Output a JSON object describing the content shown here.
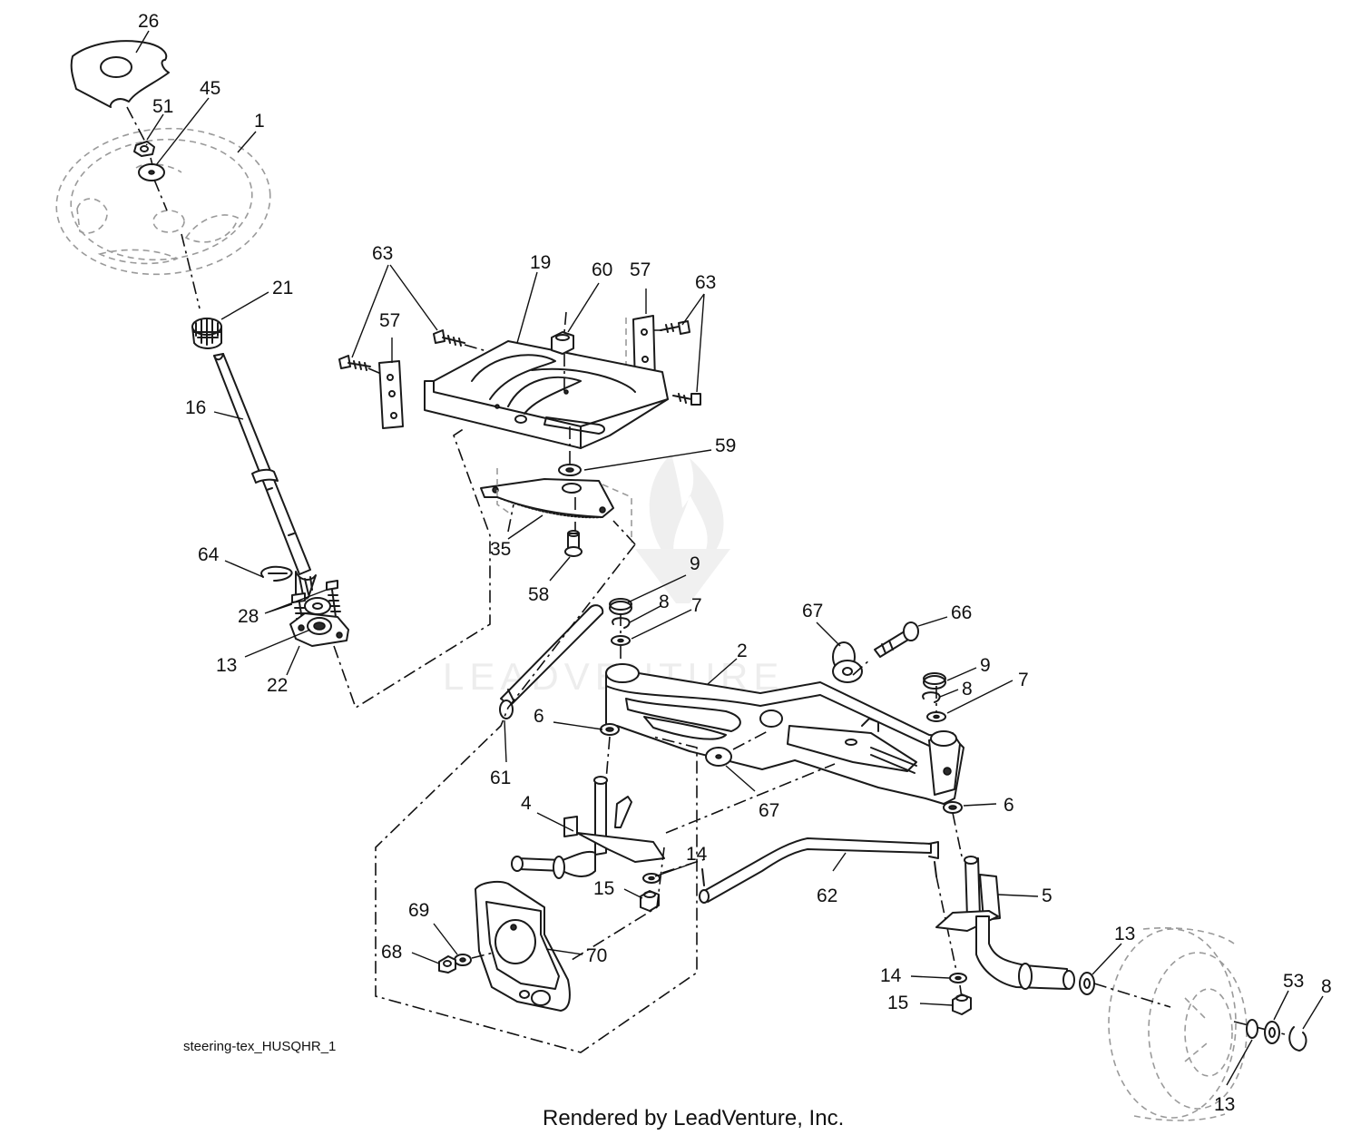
{
  "diagram": {
    "caption": "steering-tex_HUSQHR_1",
    "watermark": "LEADVENTURE",
    "footer": "Rendered by LeadVenture, Inc.",
    "callouts": [
      {
        "label": "26"
      },
      {
        "label": "51"
      },
      {
        "label": "45"
      },
      {
        "label": "1"
      },
      {
        "label": "21"
      },
      {
        "label": "16"
      },
      {
        "label": "64"
      },
      {
        "label": "28"
      },
      {
        "label": "13"
      },
      {
        "label": "22"
      },
      {
        "label": "63"
      },
      {
        "label": "57"
      },
      {
        "label": "19"
      },
      {
        "label": "60"
      },
      {
        "label": "57"
      },
      {
        "label": "63"
      },
      {
        "label": "59"
      },
      {
        "label": "35"
      },
      {
        "label": "58"
      },
      {
        "label": "9"
      },
      {
        "label": "8"
      },
      {
        "label": "7"
      },
      {
        "label": "67"
      },
      {
        "label": "66"
      },
      {
        "label": "2"
      },
      {
        "label": "9"
      },
      {
        "label": "8"
      },
      {
        "label": "7"
      },
      {
        "label": "6"
      },
      {
        "label": "61"
      },
      {
        "label": "67"
      },
      {
        "label": "6"
      },
      {
        "label": "4"
      },
      {
        "label": "14"
      },
      {
        "label": "15"
      },
      {
        "label": "62"
      },
      {
        "label": "5"
      },
      {
        "label": "69"
      },
      {
        "label": "68"
      },
      {
        "label": "70"
      },
      {
        "label": "13"
      },
      {
        "label": "53"
      },
      {
        "label": "8"
      },
      {
        "label": "14"
      },
      {
        "label": "15"
      },
      {
        "label": "13"
      }
    ]
  }
}
